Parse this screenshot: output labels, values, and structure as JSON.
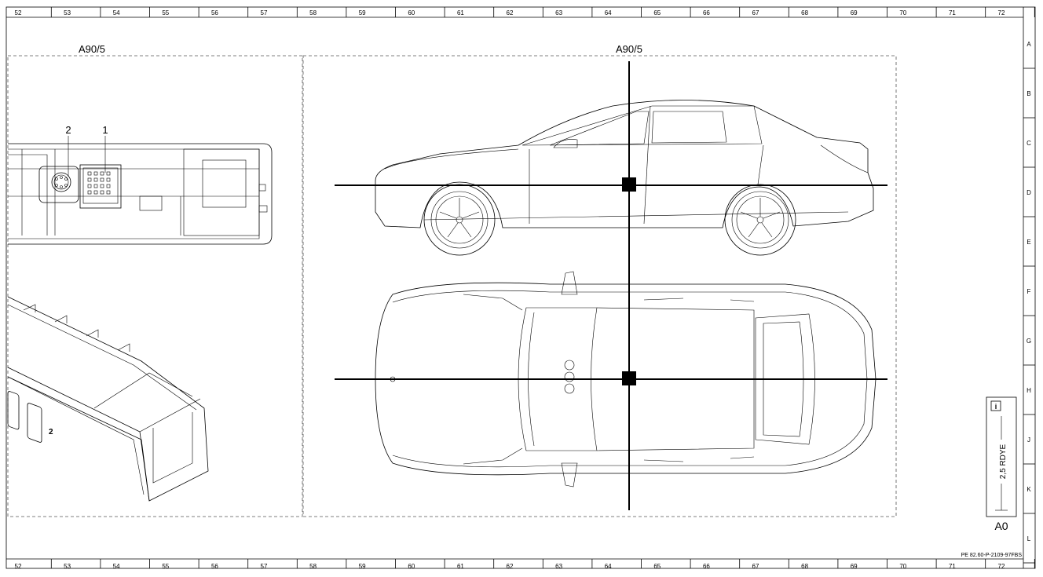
{
  "ruler": {
    "columns": [
      "52",
      "53",
      "54",
      "55",
      "56",
      "57",
      "58",
      "59",
      "60",
      "61",
      "62",
      "63",
      "64",
      "65",
      "66",
      "67",
      "68",
      "69",
      "70",
      "71",
      "72"
    ],
    "rows": [
      "A",
      "B",
      "C",
      "D",
      "E",
      "F",
      "G",
      "H",
      "J",
      "K",
      "L"
    ]
  },
  "panels": {
    "left_title": "A90/5",
    "right_title": "A90/5"
  },
  "callouts": [
    "2",
    "1"
  ],
  "usb_label": "2",
  "legend": {
    "wire": "2,5 RDYE",
    "location": "A0"
  },
  "doc_id": "PE 82.60-P-2109-97FBS",
  "colors": {
    "line": "#000000",
    "dash": "#555555",
    "background": "#ffffff"
  }
}
